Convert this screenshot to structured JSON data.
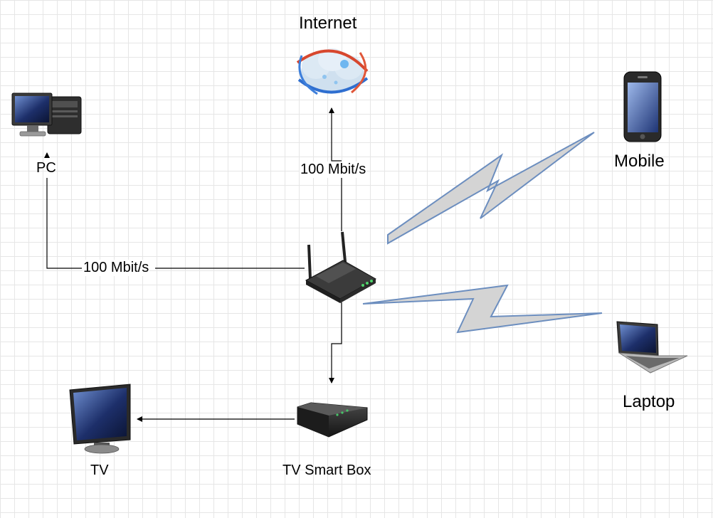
{
  "nodes": {
    "internet": {
      "label": "Internet"
    },
    "pc": {
      "label": "PC"
    },
    "mobile": {
      "label": "Mobile"
    },
    "laptop": {
      "label": "Laptop"
    },
    "tv": {
      "label": "TV"
    },
    "tv_box": {
      "label": "TV Smart Box"
    },
    "router": {
      "label": ""
    }
  },
  "edges": {
    "router_internet": {
      "label": "100 Mbit/s"
    },
    "router_pc": {
      "label": "100 Mbit/s"
    }
  },
  "colors": {
    "wireless_fill": "#d4d4d4",
    "wireless_stroke": "#6c8ebf",
    "line": "#000000"
  }
}
